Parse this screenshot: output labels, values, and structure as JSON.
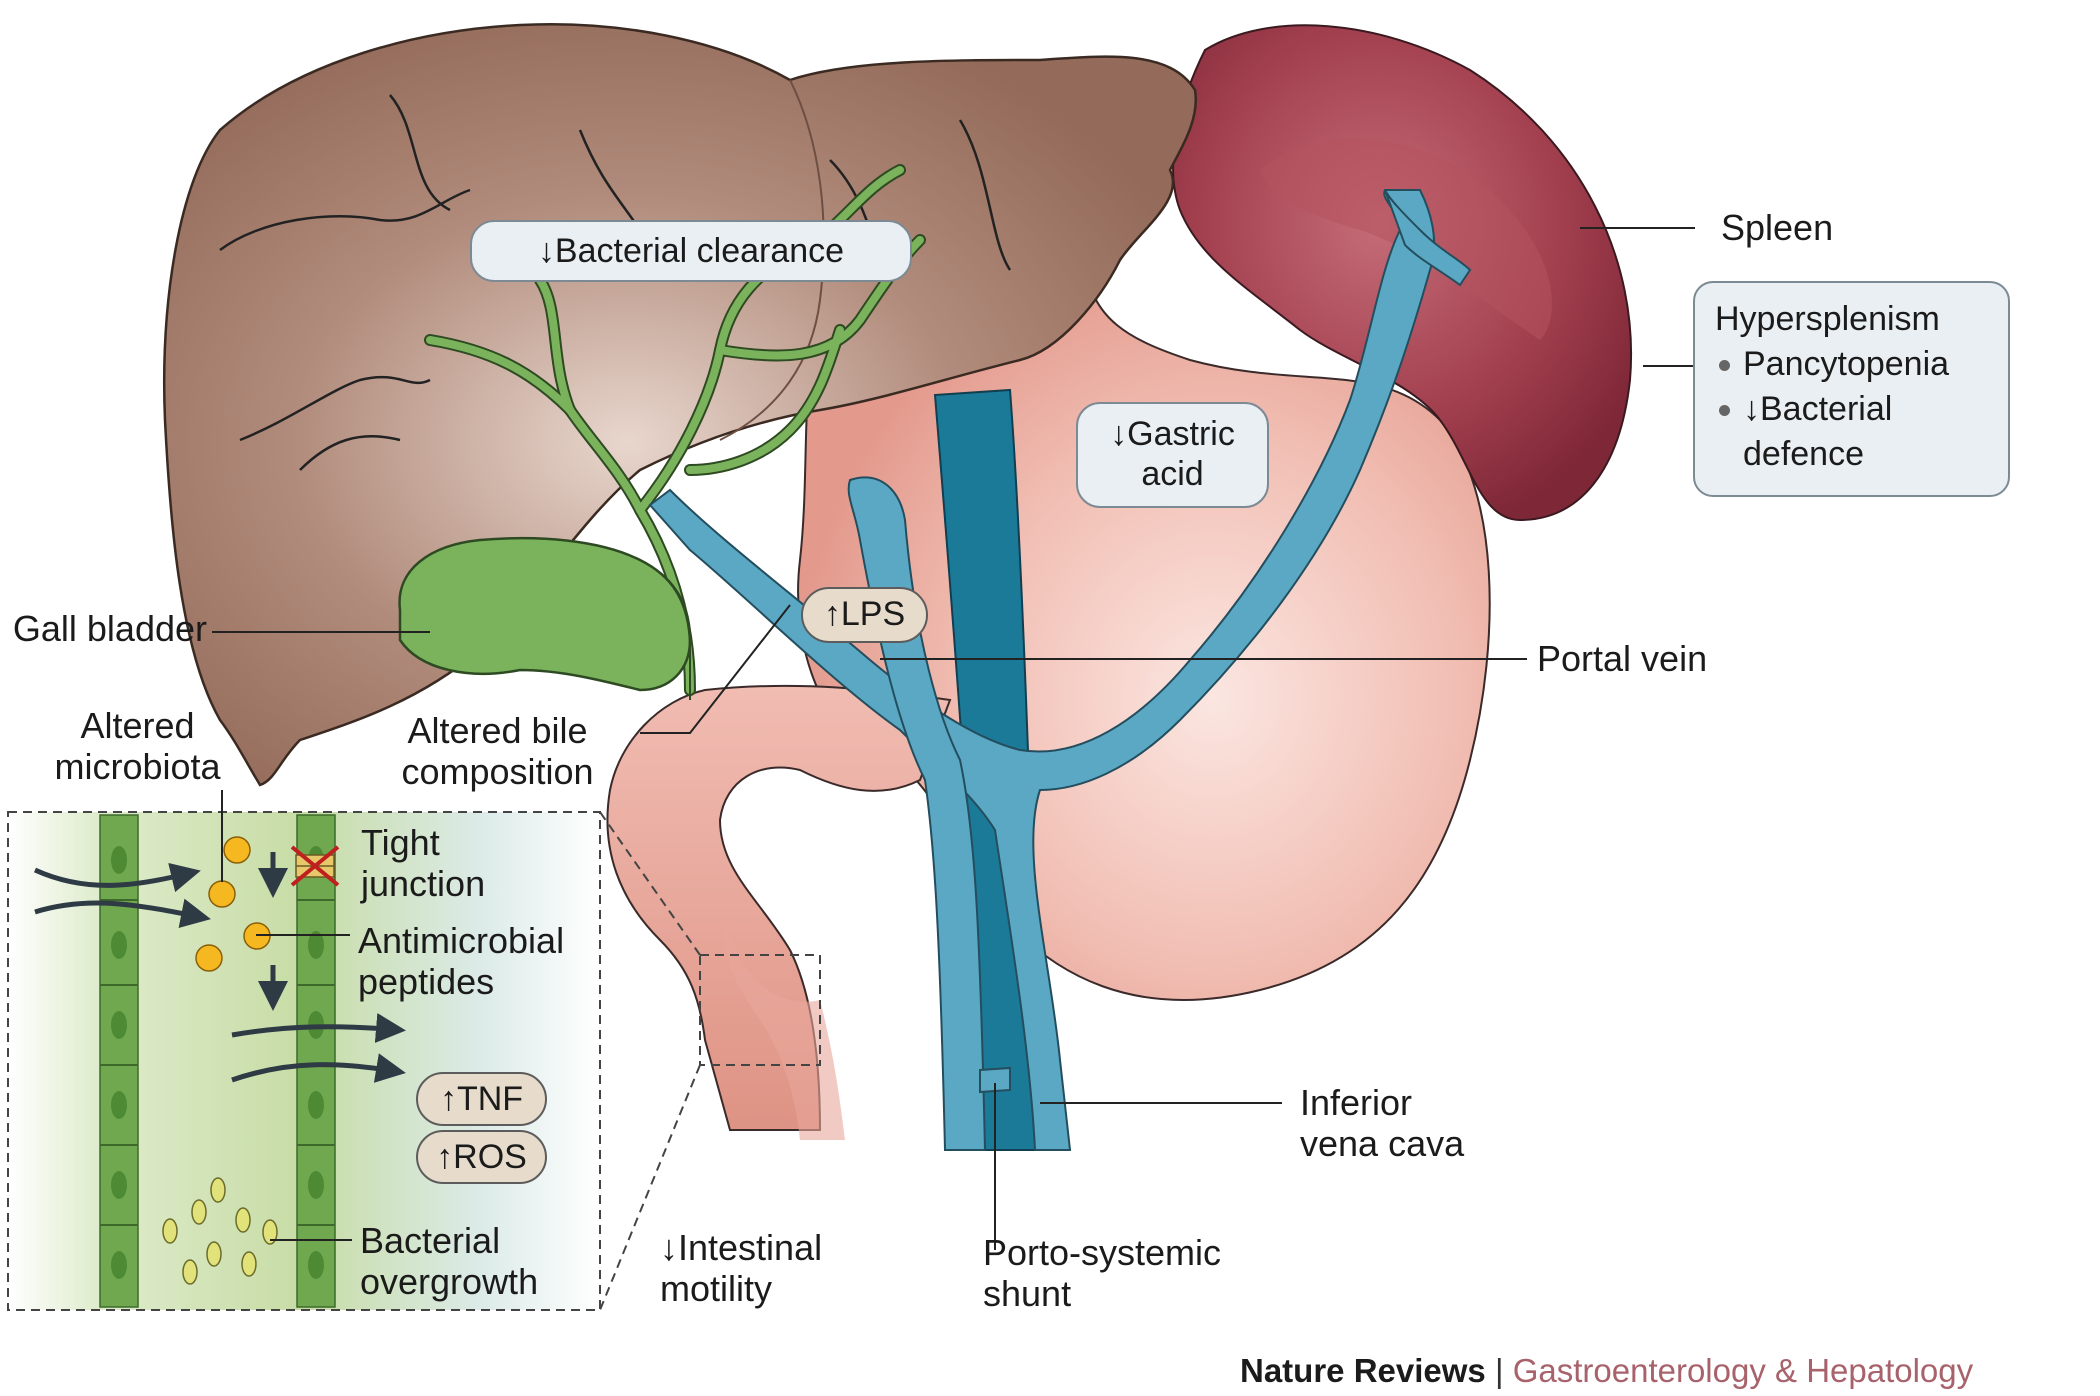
{
  "labels": {
    "spleen": "Spleen",
    "gall_bladder": "Gall bladder",
    "portal_vein": "Portal vein",
    "altered_microbiota": [
      "Altered",
      "microbiota"
    ],
    "altered_bile": [
      "Altered bile",
      "composition"
    ],
    "tight_junction": [
      "Tight",
      "junction"
    ],
    "antimicrobial_peptides": [
      "Antimicrobial",
      "peptides"
    ],
    "bacterial_overgrowth": [
      "Bacterial",
      "overgrowth"
    ],
    "intestinal_motility": [
      "↓Intestinal",
      "motility"
    ],
    "porto_systemic_shunt": [
      "Porto-systemic",
      "shunt"
    ],
    "inferior_vena_cava": [
      "Inferior",
      "vena cava"
    ]
  },
  "boxes": {
    "bacterial_clearance": "↓Bacterial clearance",
    "gastric_acid": [
      "↓Gastric",
      "acid"
    ],
    "lps": "↑LPS",
    "tnf": "↑TNF",
    "ros": "↑ROS"
  },
  "hypersplenism": {
    "title": "Hypersplenism",
    "items": [
      "Pancytopenia",
      "↓Bacterial",
      "defence"
    ]
  },
  "credit": {
    "publisher": "Nature Reviews",
    "separator": " | ",
    "journal": "Gastroenterology & Hepatology"
  },
  "colors": {
    "liver": "#a57f6f",
    "spleen": "#9c3c4d",
    "stomach": "#f0b8ae",
    "gall_bladder": "#7ab35c",
    "portal_vein": "#5aa8c4",
    "vena_cava": "#1c7a99",
    "intestine_wall": "#6fa84e"
  }
}
